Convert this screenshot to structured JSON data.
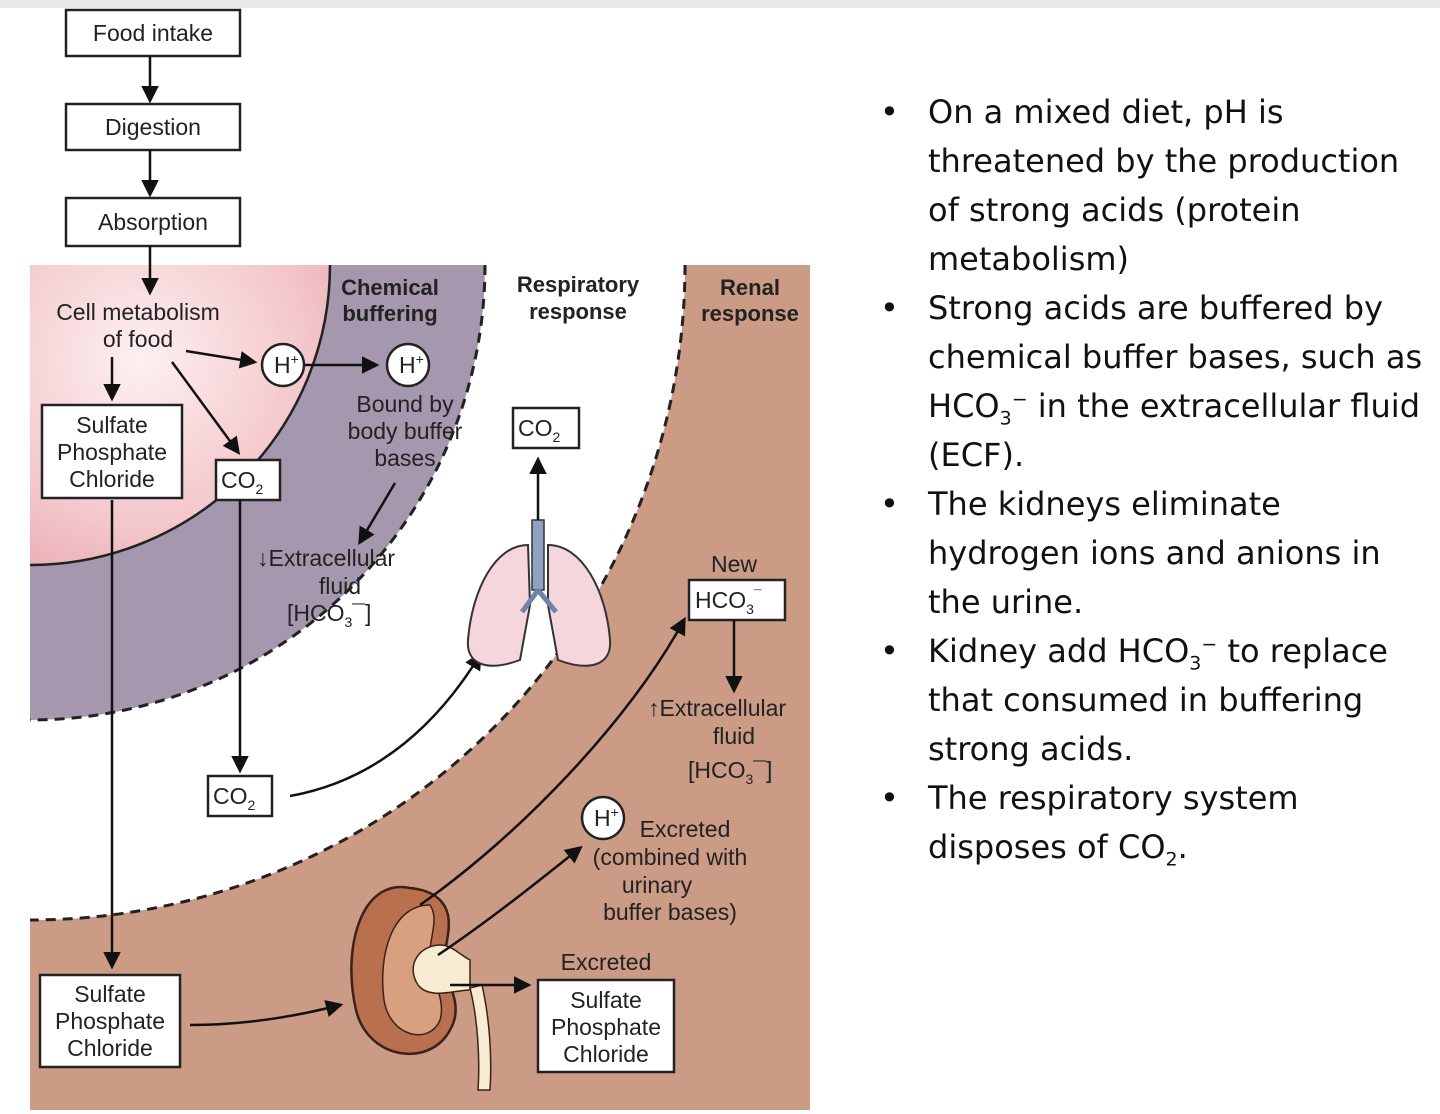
{
  "flow": {
    "food_intake": "Food intake",
    "digestion": "Digestion",
    "absorption": "Absorption"
  },
  "zones": {
    "chemical": [
      "Chemical",
      "buffering"
    ],
    "respiratory": [
      "Respiratory",
      "response"
    ],
    "renal": [
      "Renal",
      "response"
    ]
  },
  "cell": {
    "metabolism": [
      "Cell metabolism",
      "of food"
    ],
    "anions": [
      "Sulfate",
      "Phosphate",
      "Chloride"
    ],
    "co2_base": "CO",
    "co2_sub": "2",
    "hplus_base": "H",
    "hplus_sup": "+"
  },
  "buffering": {
    "bound": [
      "Bound by",
      "body buffer",
      "bases"
    ],
    "ecf_arrow": "↓",
    "ecf": [
      "Extracellular",
      "fluid"
    ],
    "ecf_hco3_open": "[HCO",
    "ecf_hco3_sub": "3",
    "ecf_hco3_close": "¯]"
  },
  "renal": {
    "new": "New",
    "new_hco3": "HCO",
    "new_hco3_sub": "3",
    "new_hco3_sup": "¯",
    "ecf_arrow": "↑",
    "ecf": [
      "Extracellular",
      "fluid"
    ],
    "ecf_hco3_open": "[HCO",
    "ecf_hco3_sub": "3",
    "ecf_hco3_close": "¯]",
    "hplus_excreted": [
      "Excreted",
      "(combined with",
      "urinary",
      "buffer bases)"
    ],
    "anions_excreted": "Excreted",
    "anions": [
      "Sulfate",
      "Phosphate",
      "Chloride"
    ]
  },
  "blood_anions": [
    "Sulfate",
    "Phosphate",
    "Chloride"
  ],
  "bullets": {
    "b1": "On a mixed diet, pH is threatened by the production of strong acids (protein metabolism)",
    "b2_pre": "Strong acids are buffered by chemical buffer bases, such as HCO",
    "b2_sub": "3",
    "b2_sup": "−",
    "b2_post": " in the extracellular fluid (ECF).",
    "b3": "The kidneys eliminate hydrogen ions and anions in the urine.",
    "b4_pre": "Kidney add HCO",
    "b4_sub": "3",
    "b4_sup": "−",
    "b4_post": " to replace that consumed in buffering strong acids.",
    "b5_pre": "The respiratory system disposes of CO",
    "b5_sub": "2",
    "b5_post": "."
  },
  "colors": {
    "renal_zone": "#cc9b86",
    "chemical_zone": "#a597ad",
    "cell_center": "#fbe9ea",
    "cell_edge": "#e5a2a9",
    "lung": "#f4d6dc",
    "kidney": "#b9704f"
  }
}
